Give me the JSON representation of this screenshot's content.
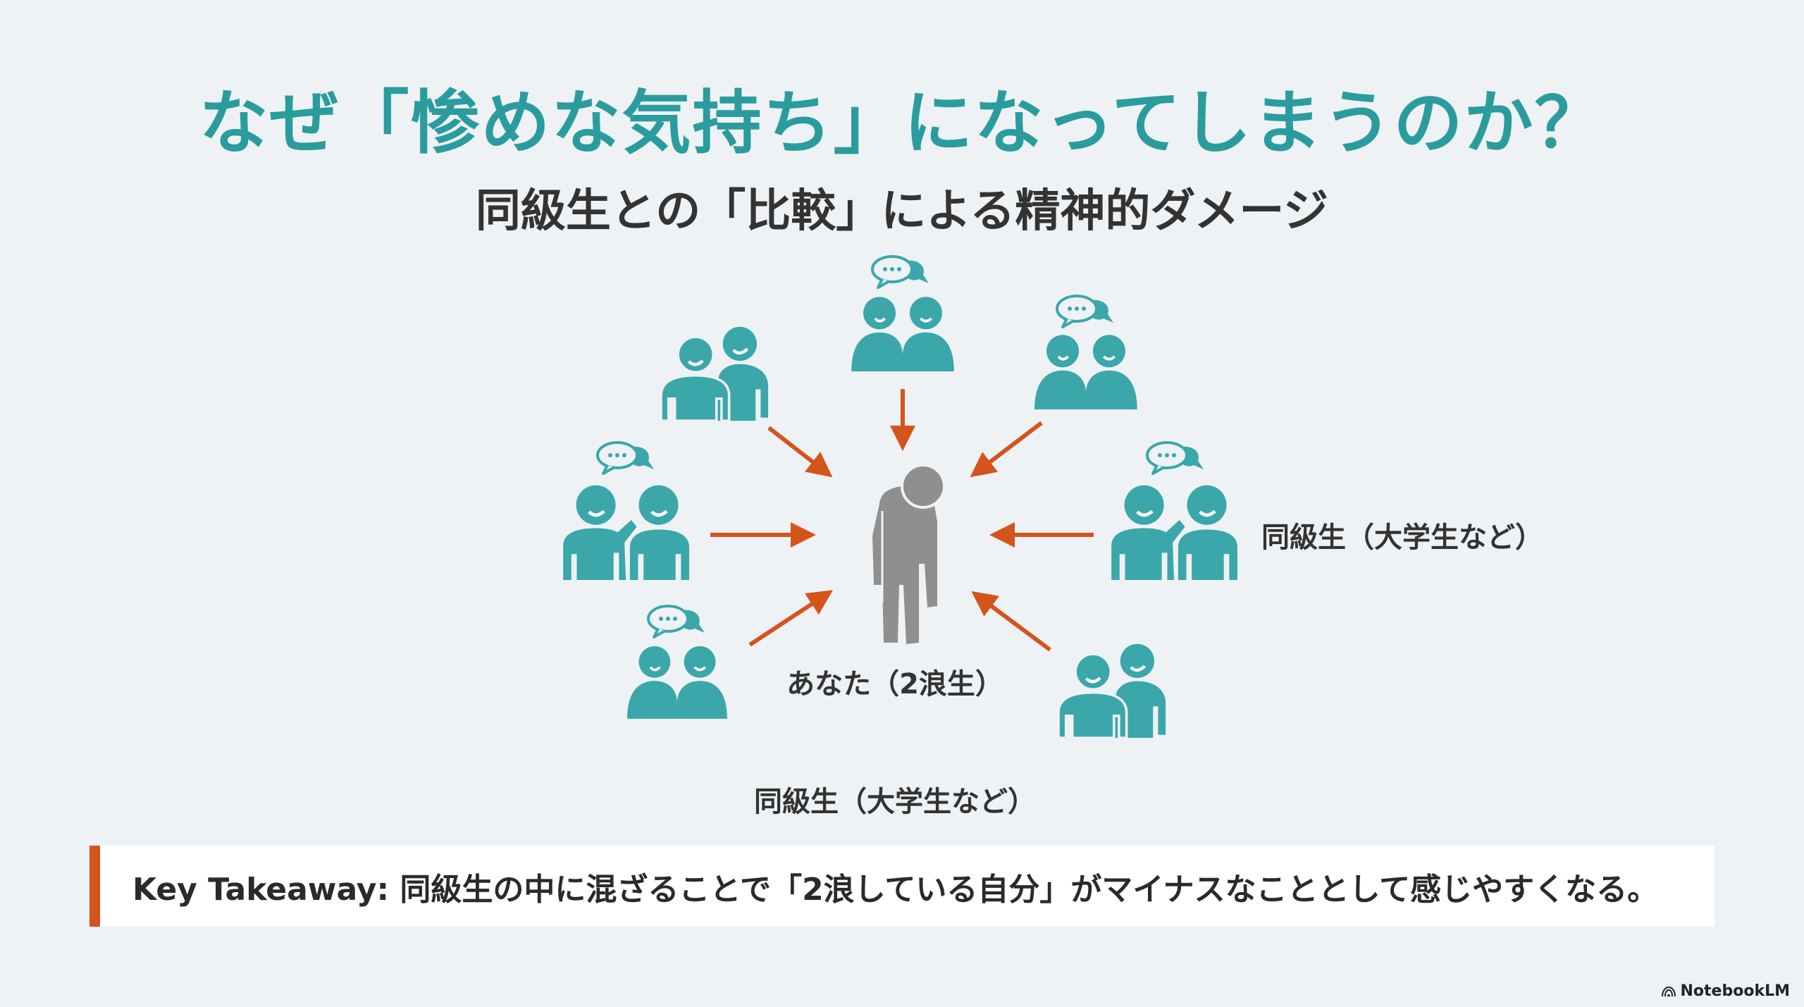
{
  "slide": {
    "title": "なぜ「惨めな気持ち」になってしまうのか？",
    "subtitle": "同級生との「比較」による精神的ダメージ"
  },
  "diagram": {
    "center_label": "あなた（2浪生）",
    "peer_label_right": "同級生（大学生など）",
    "peer_label_bottom": "同級生（大学生など）",
    "icons": {
      "peers": "people-pair-icon",
      "center": "dejected-person-icon",
      "chat": "speech-bubble-icon",
      "arrow": "arrow-icon"
    }
  },
  "takeaway": {
    "text": "Key Takeaway: 同級生の中に混ざることで「2浪している自分」がマイナスなこととして感じやすくなる。"
  },
  "brand": {
    "label": "NotebookLM"
  },
  "colors": {
    "teal": "#3ba7aa",
    "title": "#2b9c9e",
    "orange": "#d4541c",
    "gray": "#8f8f8f",
    "background": "#eef2f5"
  }
}
